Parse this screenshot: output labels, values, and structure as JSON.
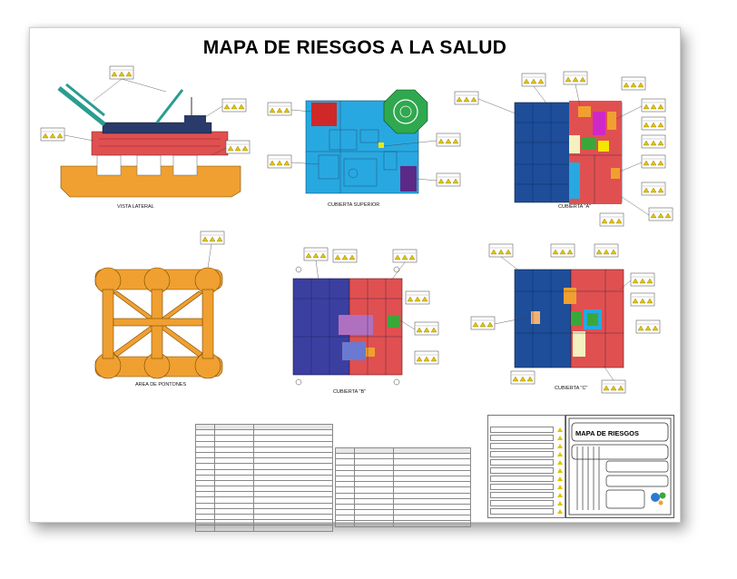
{
  "title": "MAPA DE RIESGOS A LA SALUD",
  "views": {
    "vista_lateral": "VISTA LATERAL",
    "cubierta_superior": "CUBIERTA SUPERIOR",
    "cubierta_a": "CUBIERTA \"A\"",
    "area_pontones": "AREA DE PONTONES",
    "cubierta_b": "CUBIERTA \"B\"",
    "cubierta_c": "CUBIERTA \"C\""
  },
  "title_block": {
    "title": "MAPA DE RIESGOS"
  },
  "colors": {
    "hull_orange": "#f0a030",
    "hazard_red": "#e05050",
    "deck_blue": "#1e4d9a",
    "deck_cyan": "#28a8e0",
    "deck_purple": "#3b3fa0",
    "helideck_green": "#2fa84f",
    "hazard_yellow": "#e0c400",
    "teal_crane": "#2a9d8f"
  },
  "icons": [
    "hazard-triangle-icon",
    "company-logo-icon"
  ]
}
